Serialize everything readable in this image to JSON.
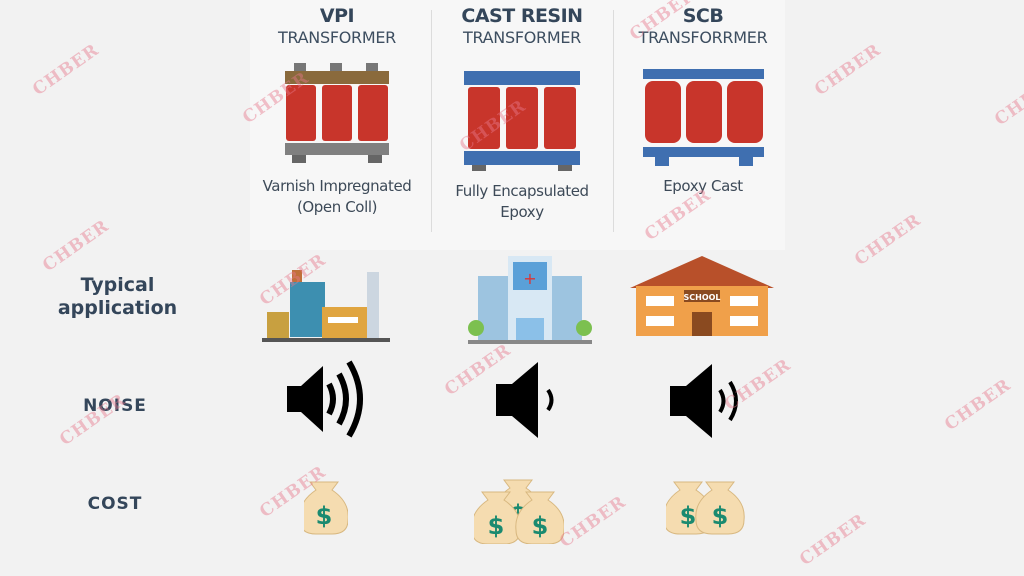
{
  "columns": [
    {
      "title": "VPI",
      "subtitle": "TRANSFORMER",
      "description_line1": "Varnish Impregnated",
      "description_line2": "(Open Coll)"
    },
    {
      "title": "CAST RESIN",
      "subtitle": "TRANSFORMER",
      "description_line1": "Fully Encapsulated",
      "description_line2": "Epoxy"
    },
    {
      "title": "SCB",
      "subtitle": "TRANSFORRMER",
      "description_line1": "Epoxy Cast",
      "description_line2": ""
    }
  ],
  "rows": {
    "application_line1": "Typical",
    "application_line2": "application",
    "noise": "NOISE",
    "cost": "COST"
  },
  "school_sign": "SCHOOL",
  "watermark": "CHBER",
  "colors": {
    "coil": "#c8352b",
    "frame_blue": "#3f6fb0",
    "frame_brown": "#8a6a3c",
    "money": "#1a8a70"
  }
}
